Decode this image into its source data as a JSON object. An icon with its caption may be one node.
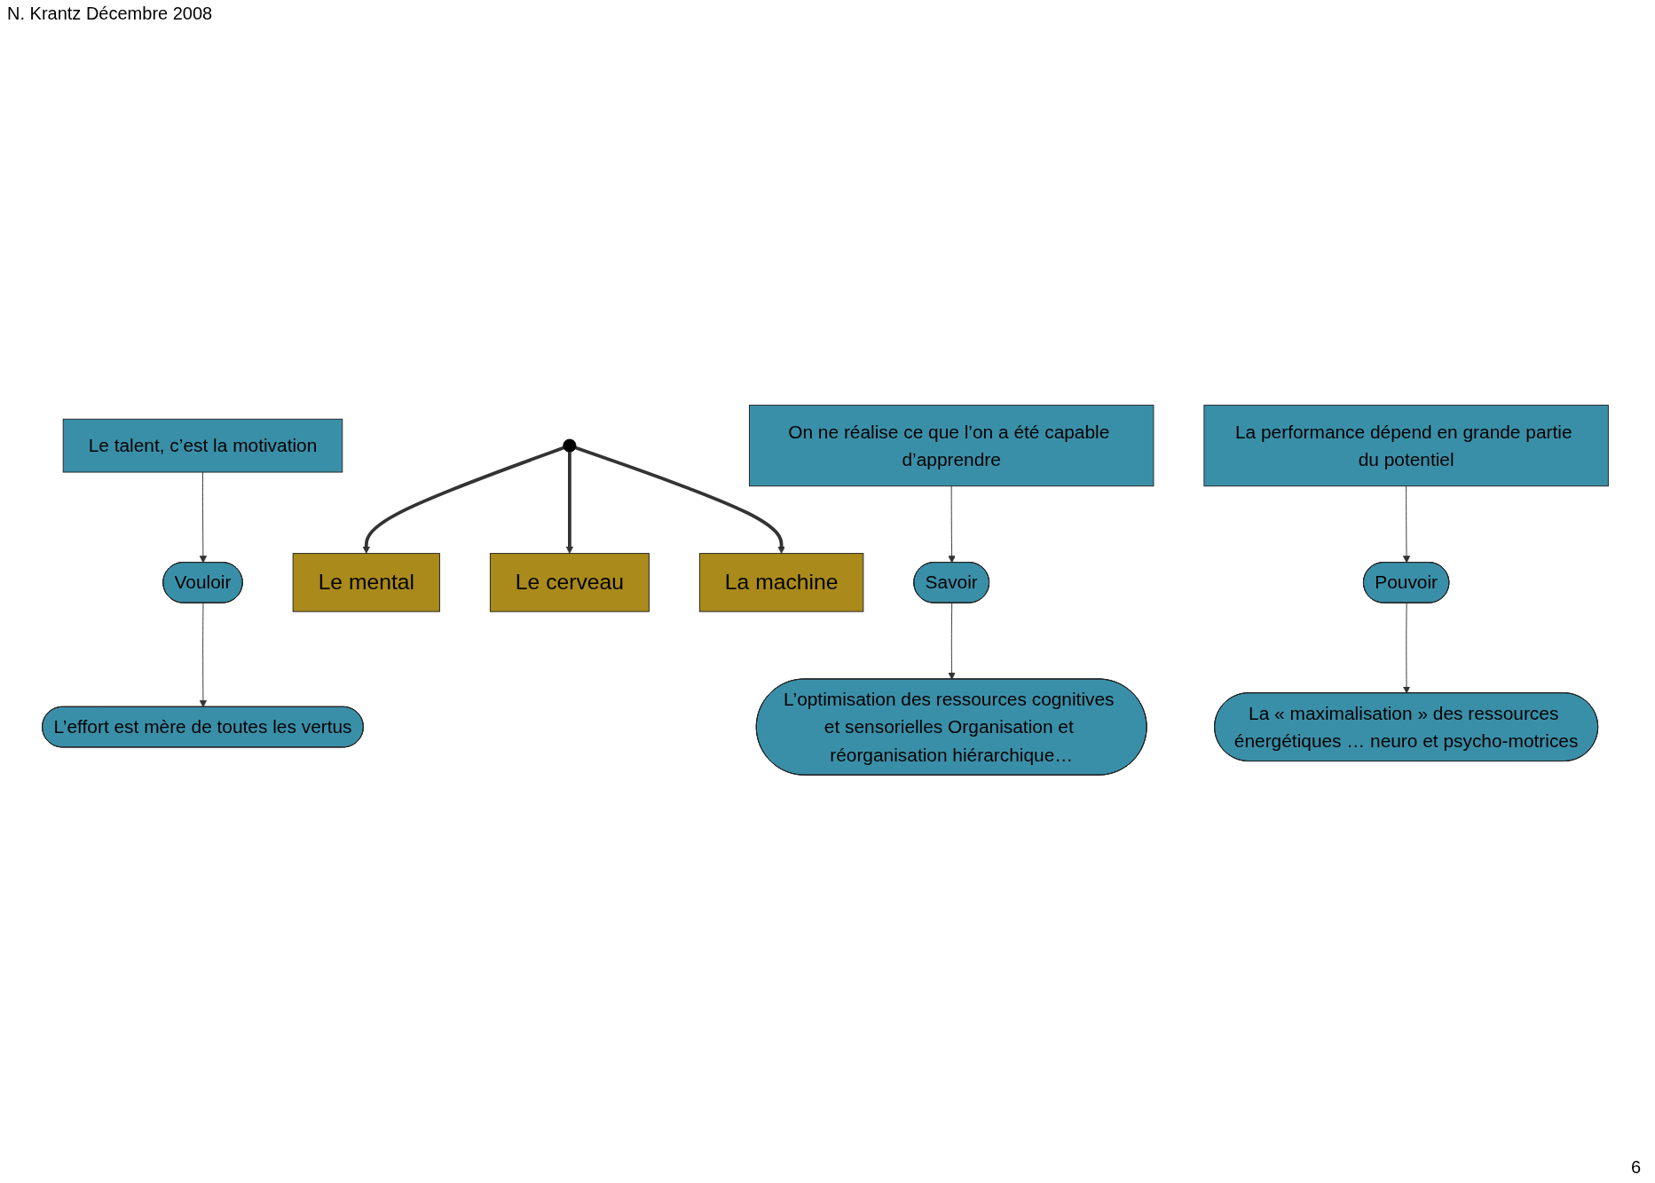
{
  "diagram": {
    "nodes": [
      {
        "text": [
          "Le talent, c’est la motivation"
        ]
      },
      {
        "text": [
          "Vouloir"
        ]
      },
      {
        "text": [
          "L’effort est mère de toutes les vertus"
        ]
      },
      {
        "text": [
          "Le mental"
        ]
      },
      {
        "text": [
          "Le cerveau"
        ]
      },
      {
        "text": [
          "On ne réalise ce que l’on a été capable d’apprendre"
        ]
      },
      {
        "text": [
          "Savoir"
        ]
      },
      {
        "text": [
          "L’optimisation des ressources cognitives et sensorielles Organisation et réorganisation hiérarchique…"
        ]
      },
      {
        "text": [
          "La « maximalisation » des ressources énergétiques … neuro et psycho-motrices"
        ]
      },
      {
        "text": [
          "Pouvoir"
        ]
      },
      {
        "text": [
          "La performance dépend en grande partie du potentiel"
        ]
      },
      {
        "text": [
          "La machine"
        ]
      },
      {
        "text": [],
        "shape": "point"
      }
    ],
    "edges": [
      {
        "from": 0,
        "to": 1,
        "arrow": "to"
      },
      {
        "from": 1,
        "to": 2,
        "arrow": "to"
      },
      {
        "from": 12,
        "to": 3,
        "arrow": "to",
        "style": "thick"
      },
      {
        "from": 12,
        "to": 4,
        "arrow": "to",
        "style": "thick"
      },
      {
        "from": 5,
        "to": 6,
        "arrow": "to"
      },
      {
        "from": 6,
        "to": 7,
        "arrow": "to"
      },
      {
        "from": 9,
        "to": 8,
        "arrow": "to"
      },
      {
        "from": 10,
        "to": 9,
        "arrow": "to"
      },
      {
        "from": 12,
        "to": 11,
        "arrow": "to",
        "style": "thick"
      }
    ],
    "labels": [
      "N. Krantz Décembre 2008",
      "6"
    ]
  }
}
